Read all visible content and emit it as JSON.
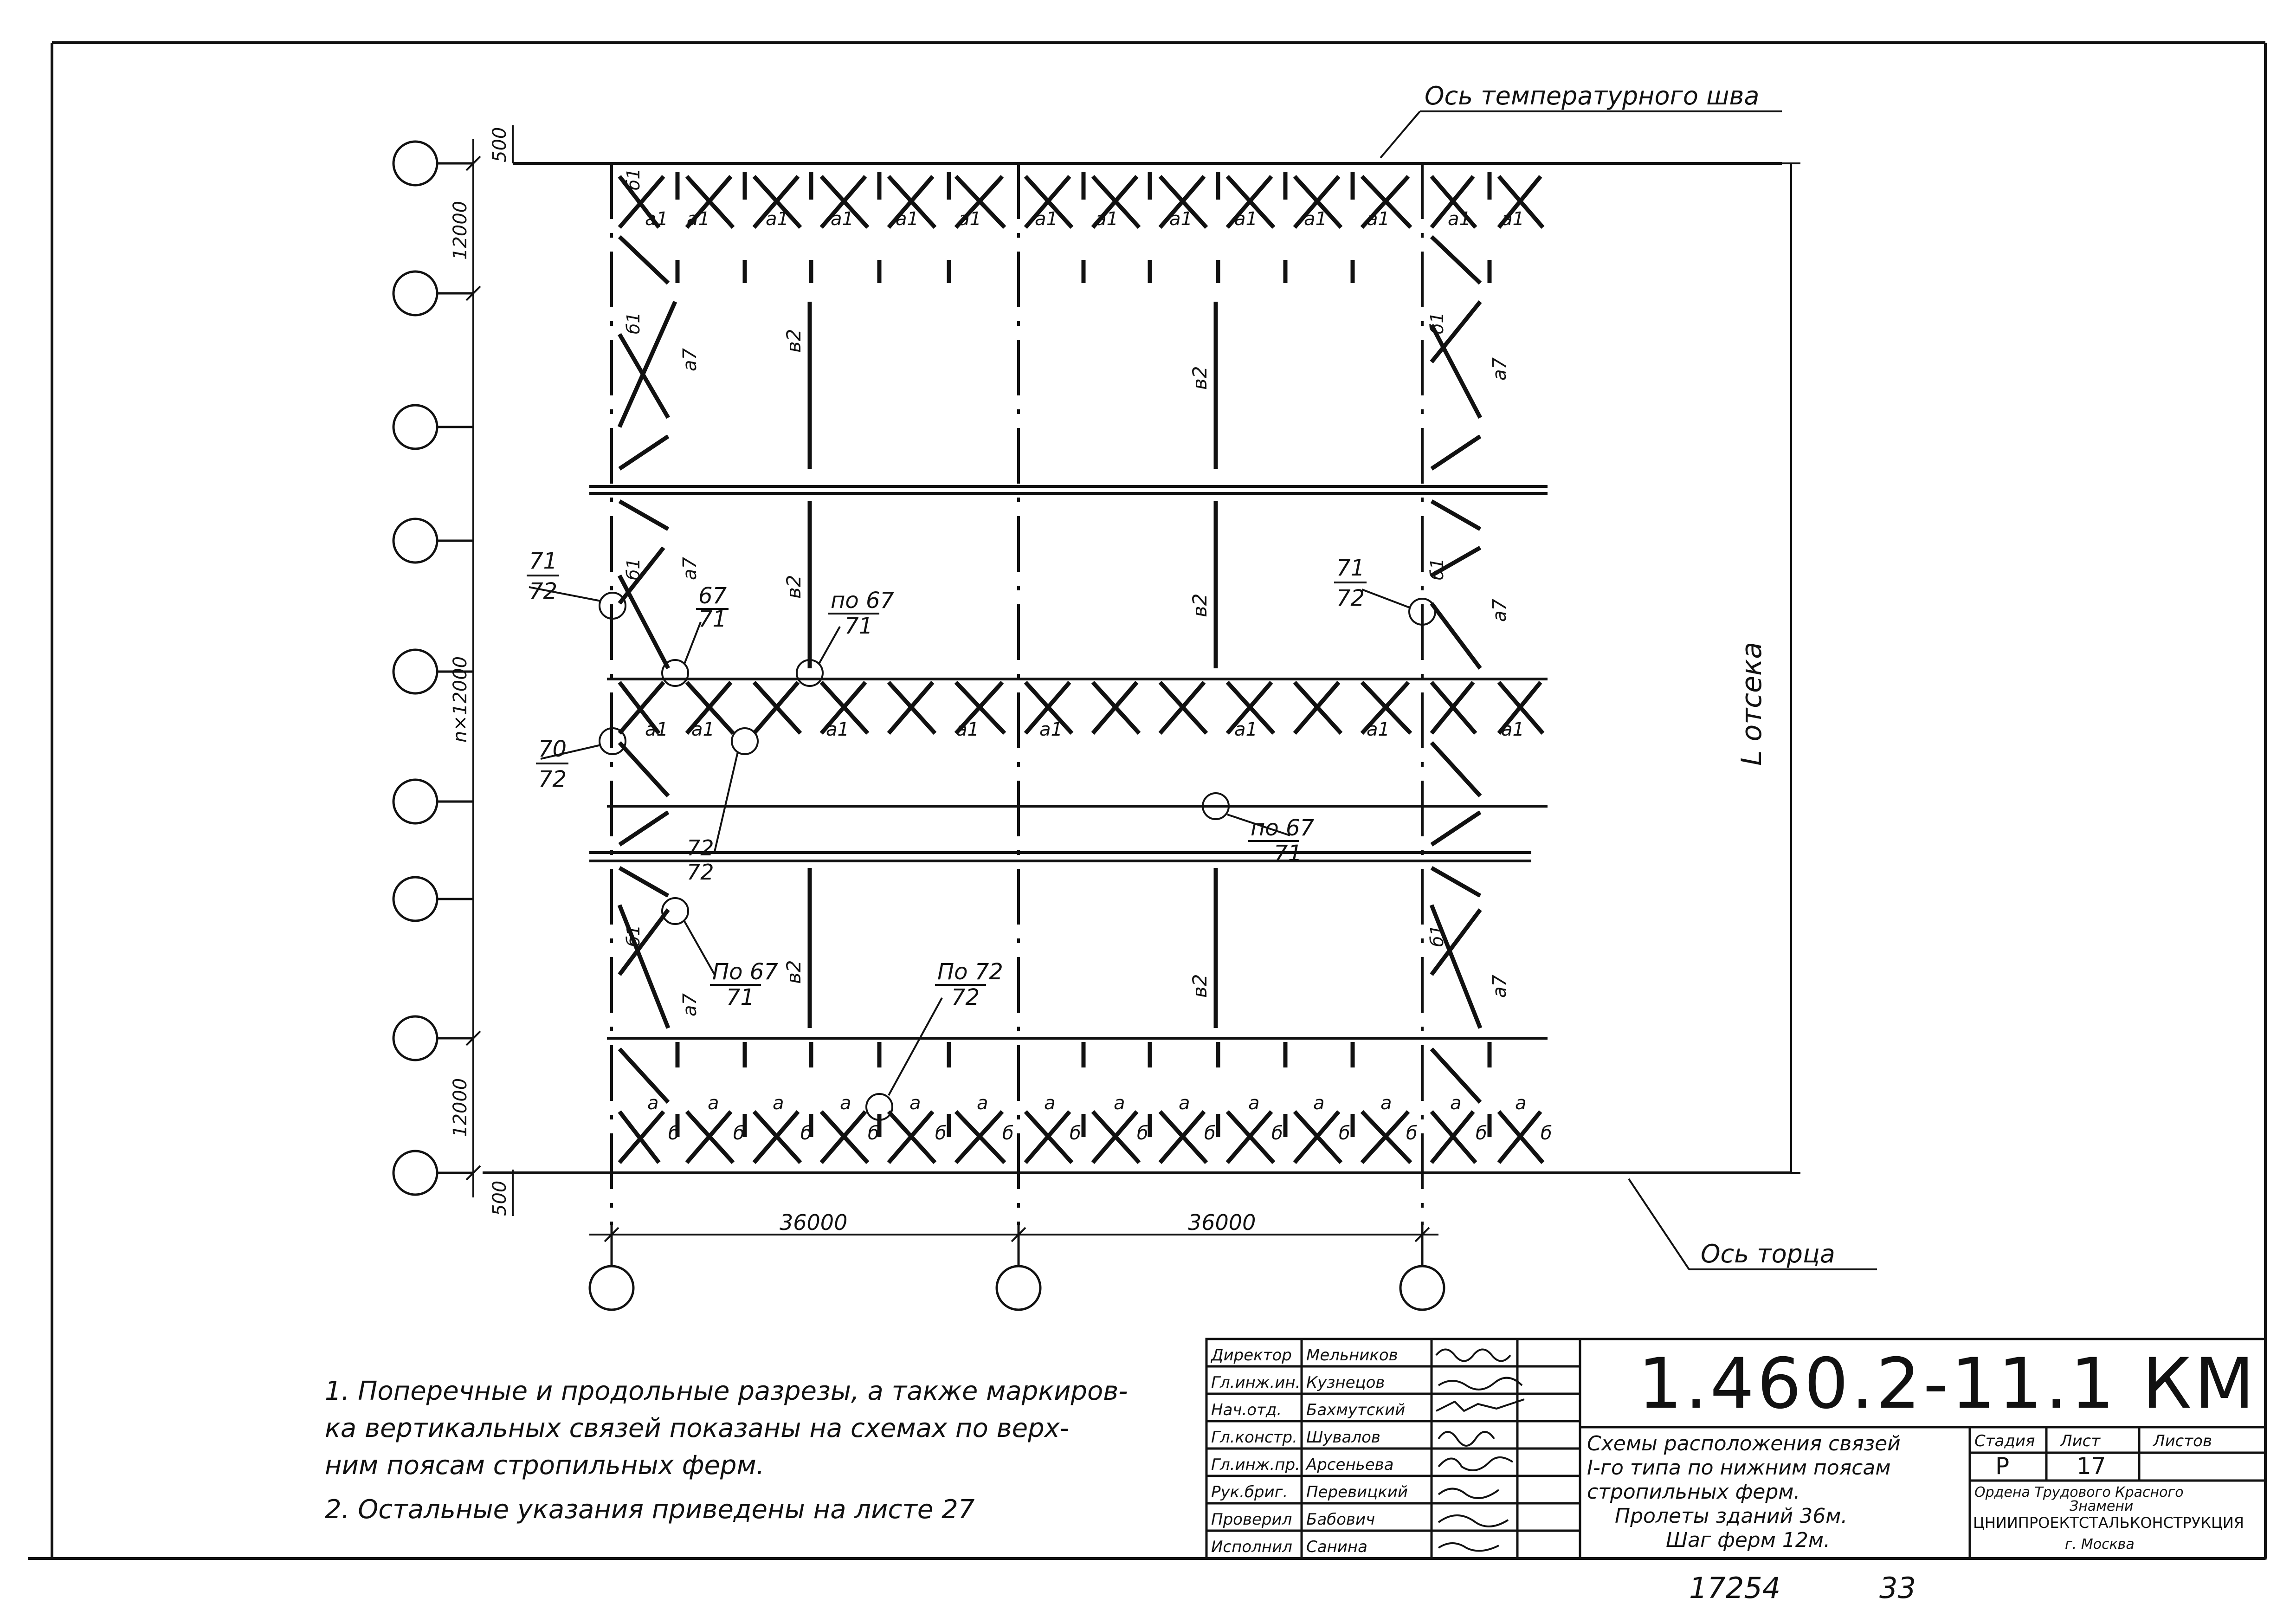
{
  "drawing": {
    "temperature_joint_axis": "Ось температурного шва",
    "end_axis": "Ось торца",
    "compartment_length": "L отсека",
    "dim_500_top": "500",
    "dim_500_bottom": "500",
    "dim_12000_top": "12000",
    "dim_12000_bottom": "12000",
    "dim_n12000": "n×12000",
    "dim_36000_left": "36000",
    "dim_36000_right": "36000",
    "marks": {
      "a1": "а1",
      "b1": "б1",
      "a": "а",
      "b": "б",
      "a7": "а7",
      "v2": "в2"
    },
    "callouts": {
      "c71_72_left": [
        "71",
        "72"
      ],
      "c67_71": [
        "67",
        "71"
      ],
      "c_po67_71_top": [
        "по 67",
        "71"
      ],
      "c71_72_right": [
        "71",
        "72"
      ],
      "c70_72": [
        "70",
        "72"
      ],
      "c72_72": [
        "72",
        "72"
      ],
      "c_po67_71_mid": [
        "по 67",
        "71"
      ],
      "c_Po67_71": [
        "По 67",
        "71"
      ],
      "c_Po72_72": [
        "По 72",
        "72"
      ]
    }
  },
  "notes": {
    "n1_line1": "1.  Поперечные  и  продольные  разрезы, а  также  маркиров-",
    "n1_line2": "ка  вертикальных   связей   показаны  на  схемах  по  верх-",
    "n1_line3": "ним   поясам     стропильных   ферм.",
    "n2": "2.  Остальные   указания   приведены   на  листе 27"
  },
  "title_block": {
    "code": "1.460.2-11.1 КМ",
    "description": [
      "Схемы расположения связей",
      "I-го типа по нижним поясам",
      "стропильных ферм.",
      "Пролеты зданий 36м.",
      "Шаг ферм 12м."
    ],
    "stage_label": "Стадия",
    "sheet_label": "Лист",
    "sheets_label": "Листов",
    "stage_value": "Р",
    "sheet_value": "17",
    "org_line1": "Ордена  Трудового Красного",
    "org_line2": "Знамени",
    "org_name": "ЦНИИПРОЕКТСТАЛЬКОНСТРУКЦИЯ",
    "org_city": "г. Москва",
    "roles": [
      {
        "role": "Директор",
        "name": "Мельников"
      },
      {
        "role": "Гл.инж.ин.",
        "name": "Кузнецов"
      },
      {
        "role": "Нач.отд.",
        "name": "Бахмутский"
      },
      {
        "role": "Гл.констр.",
        "name": "Шувалов"
      },
      {
        "role": "Гл.инж.пр.",
        "name": "Арсеньева"
      },
      {
        "role": "Рук.бриг.",
        "name": "Перевицкий"
      },
      {
        "role": "Проверил",
        "name": "Бабович"
      },
      {
        "role": "Исполнил",
        "name": "Санина"
      }
    ]
  },
  "bottom_numbers": {
    "inventory": "17254",
    "page": "33"
  }
}
